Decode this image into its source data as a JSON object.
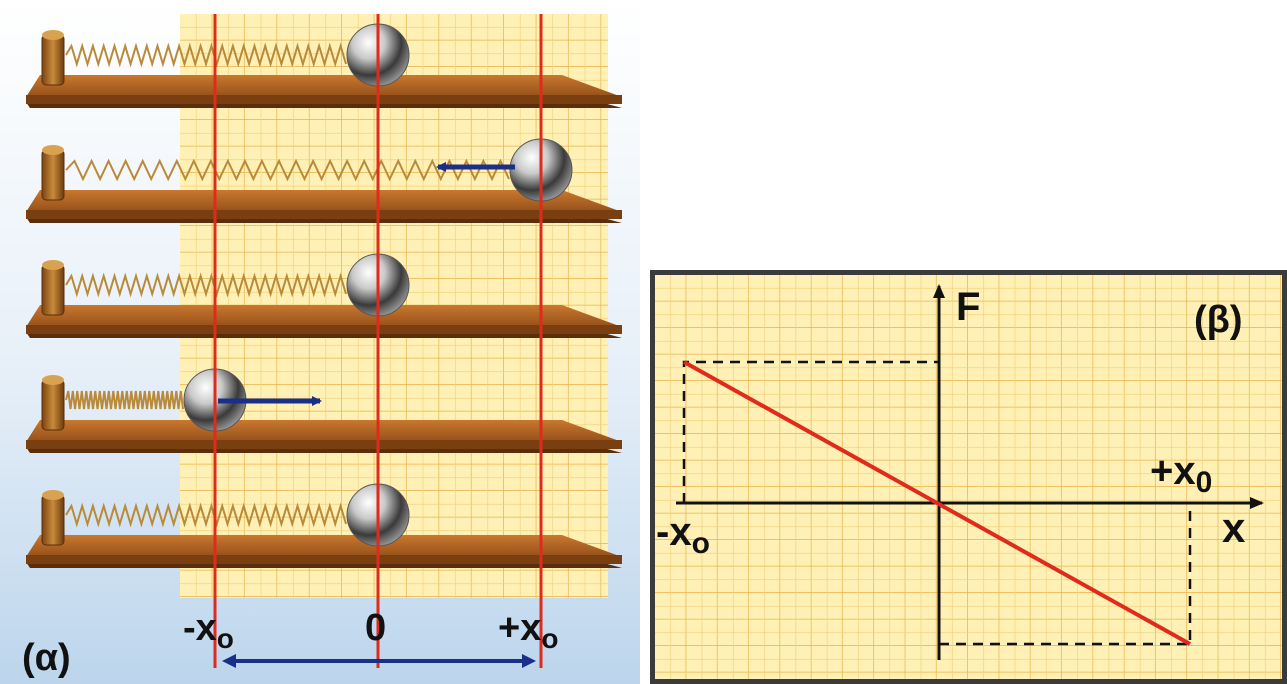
{
  "panel_a": {
    "label": "(α)",
    "markers": {
      "left": "-x",
      "center": "0",
      "right": "+x",
      "sub": "o"
    }
  },
  "panel_b": {
    "label": "(β)",
    "y_axis_label": "F",
    "x_axis_label": "x",
    "neg_label": "-x",
    "neg_sub": "o",
    "pos_label": "+x",
    "pos_sub": "0"
  },
  "colors": {
    "grid_bg": "#fff1b5",
    "grid_line": "#e8b34a",
    "red_line": "#e02a1c",
    "arrow_blue": "#1a2f8a",
    "wood": "#a4581e",
    "panel_a_bg": "#bfd7ec"
  }
}
